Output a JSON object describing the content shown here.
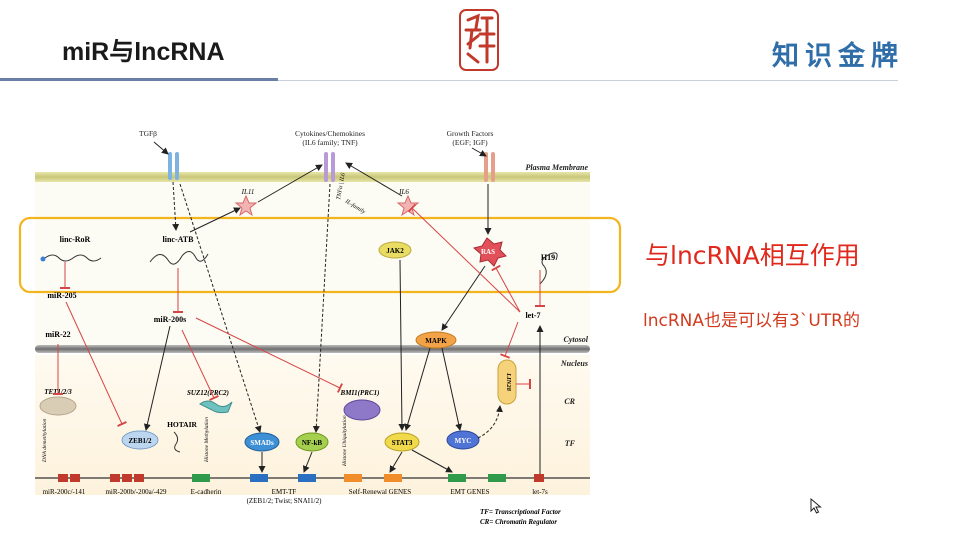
{
  "slide": {
    "title": "miR与lncRNA",
    "brand": "知识金牌",
    "note_main": "与lncRNA相互作用",
    "note_sub": "lncRNA也是可以有3`UTR的",
    "seal_icon": "red-seal-character-jie",
    "cursor_icon": "mouse-pointer-icon",
    "colors": {
      "accent_red": "#e0281c",
      "brand_blue": "#2f6ea8",
      "highlight_box": "#f2b51d"
    }
  },
  "chart_data": {
    "type": "diagram",
    "signals": [
      {
        "id": "tgfb",
        "label": "TGFβ"
      },
      {
        "id": "cyto",
        "label": "Cytokines/Chemokines",
        "sub": "(IL6 family; TNF)"
      },
      {
        "id": "gf",
        "label": "Growth Factors",
        "sub": "(EGF; IGF)"
      }
    ],
    "compartments": {
      "membrane": "Plasma Membrane",
      "cytosol": "Cytosol",
      "nucleus": "Nucleus",
      "cr": "CR",
      "tf": "TF"
    },
    "nodes": {
      "il11": "IL11",
      "il6": "IL6",
      "tnf_path": "TNFα | IL6",
      "il_family": "IL-family",
      "linc_ror": "linc-RoR",
      "linc_atb": "linc-ATB",
      "jak2": "JAK2",
      "ras": "RAS",
      "h19": "H19",
      "mir205": "miR-205",
      "mir22": "miR-22",
      "mir200s": "miR-200s",
      "let7": "let-7",
      "mapk": "MAPK",
      "tet": "TET1/2/3",
      "suz12": "SUZ12(PRC2)",
      "bmi1": "BMI1(PRC1)",
      "hotair": "HOTAIR",
      "lin28": "LIN28",
      "zeb12": "ZEB1/2",
      "smads": "SMADs",
      "nfkb": "NF-kB",
      "stat3": "STAT3",
      "myc": "MYC",
      "dna_demeth": "DNA demethylation",
      "hist_meth": "Histone Methylation",
      "hist_ubiq": "Histone Ubiquitylation"
    },
    "genes": [
      {
        "id": "g1",
        "label": "miR-200c/-141"
      },
      {
        "id": "g2",
        "label": "miR-200b/-200a/-429"
      },
      {
        "id": "g3",
        "label": "E-cadherin"
      },
      {
        "id": "g4",
        "label": "EMT-TF",
        "sub": "(ZEB1/2; Twist; SNAI1/2)"
      },
      {
        "id": "g5",
        "label": "Self-Renewal GENES"
      },
      {
        "id": "g6",
        "label": "EMT GENES"
      },
      {
        "id": "g7",
        "label": "let-7s"
      }
    ],
    "legend": [
      "TF= Transcriptional Factor",
      "CR= Chromatin Regulator"
    ]
  }
}
